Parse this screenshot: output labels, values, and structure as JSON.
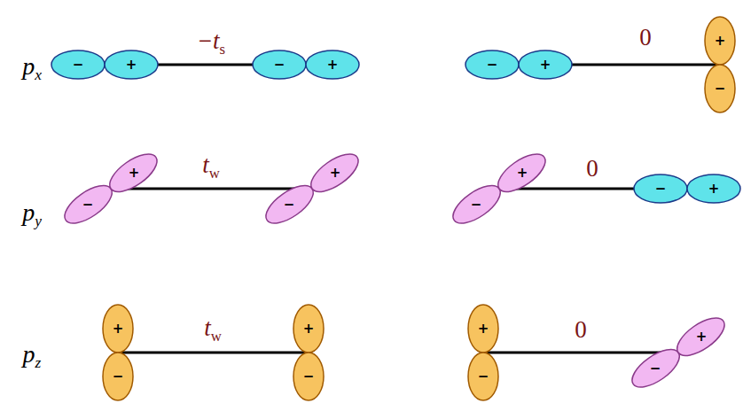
{
  "diagram": {
    "labels": [
      "px",
      "−",
      "+",
      "−ts",
      "−",
      "+",
      "−",
      "+",
      "0",
      "+",
      "−",
      "py",
      "+",
      "−",
      "tw",
      "+",
      "−",
      "+",
      "−",
      "0",
      "−",
      "+",
      "pz",
      "+",
      "−",
      "tw",
      "+",
      "−",
      "+",
      "−",
      "0",
      "+",
      "−"
    ]
  }
}
